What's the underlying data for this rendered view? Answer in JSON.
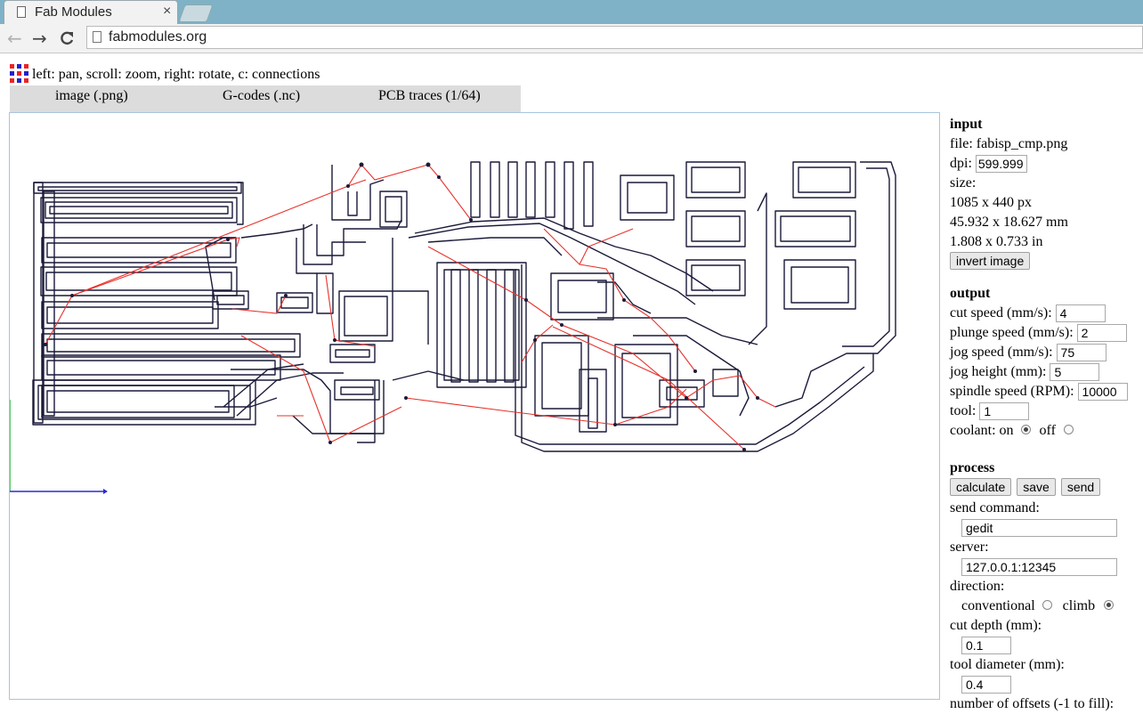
{
  "browser": {
    "tab_title": "Fab Modules",
    "tab_close": "×",
    "url": "fabmodules.org",
    "back": "←",
    "forward": "→",
    "reload": "C"
  },
  "instructions": "left: pan, scroll: zoom, right: rotate, c: connections",
  "modes": [
    "image (.png)",
    "G-codes (.nc)",
    "PCB traces (1/64)"
  ],
  "input": {
    "heading": "input",
    "file": "file: fabisp_cmp.png",
    "dpi_label": "dpi:",
    "dpi_value": "599.999",
    "size_label": "size:",
    "size_px": "1085 x 440 px",
    "size_mm": "45.932 x 18.627 mm",
    "size_in": "1.808 x 0.733 in",
    "invert_button": "invert image"
  },
  "output": {
    "heading": "output",
    "cut_speed_label": "cut speed (mm/s):",
    "cut_speed": "4",
    "plunge_speed_label": "plunge speed (mm/s):",
    "plunge_speed": "2",
    "jog_speed_label": "jog speed (mm/s):",
    "jog_speed": "75",
    "jog_height_label": "jog height (mm):",
    "jog_height": "5",
    "spindle_label": "spindle speed (RPM):",
    "spindle": "10000",
    "tool_label": "tool:",
    "tool": "1",
    "coolant_label": "coolant: on",
    "coolant_off_label": "off",
    "coolant_state": "on"
  },
  "process": {
    "heading": "process",
    "calculate": "calculate",
    "save": "save",
    "send": "send",
    "send_command_label": "send command:",
    "send_command": "gedit",
    "server_label": "server:",
    "server": "127.0.0.1:12345",
    "direction_label": "direction:",
    "conventional_label": "conventional",
    "climb_label": "climb",
    "direction_state": "climb",
    "cut_depth_label": "cut depth (mm):",
    "cut_depth": "0.1",
    "tool_diameter_label": "tool diameter (mm):",
    "tool_diameter": "0.4",
    "offsets_label": "number of offsets (-1 to fill):"
  },
  "colors": {
    "toolpath": "#1a1a3a",
    "jog_moves": "#e8322b",
    "axis_x": "#2a2ad0",
    "axis_y": "#2ab84a",
    "tab_strip": "#7fb2c6"
  }
}
